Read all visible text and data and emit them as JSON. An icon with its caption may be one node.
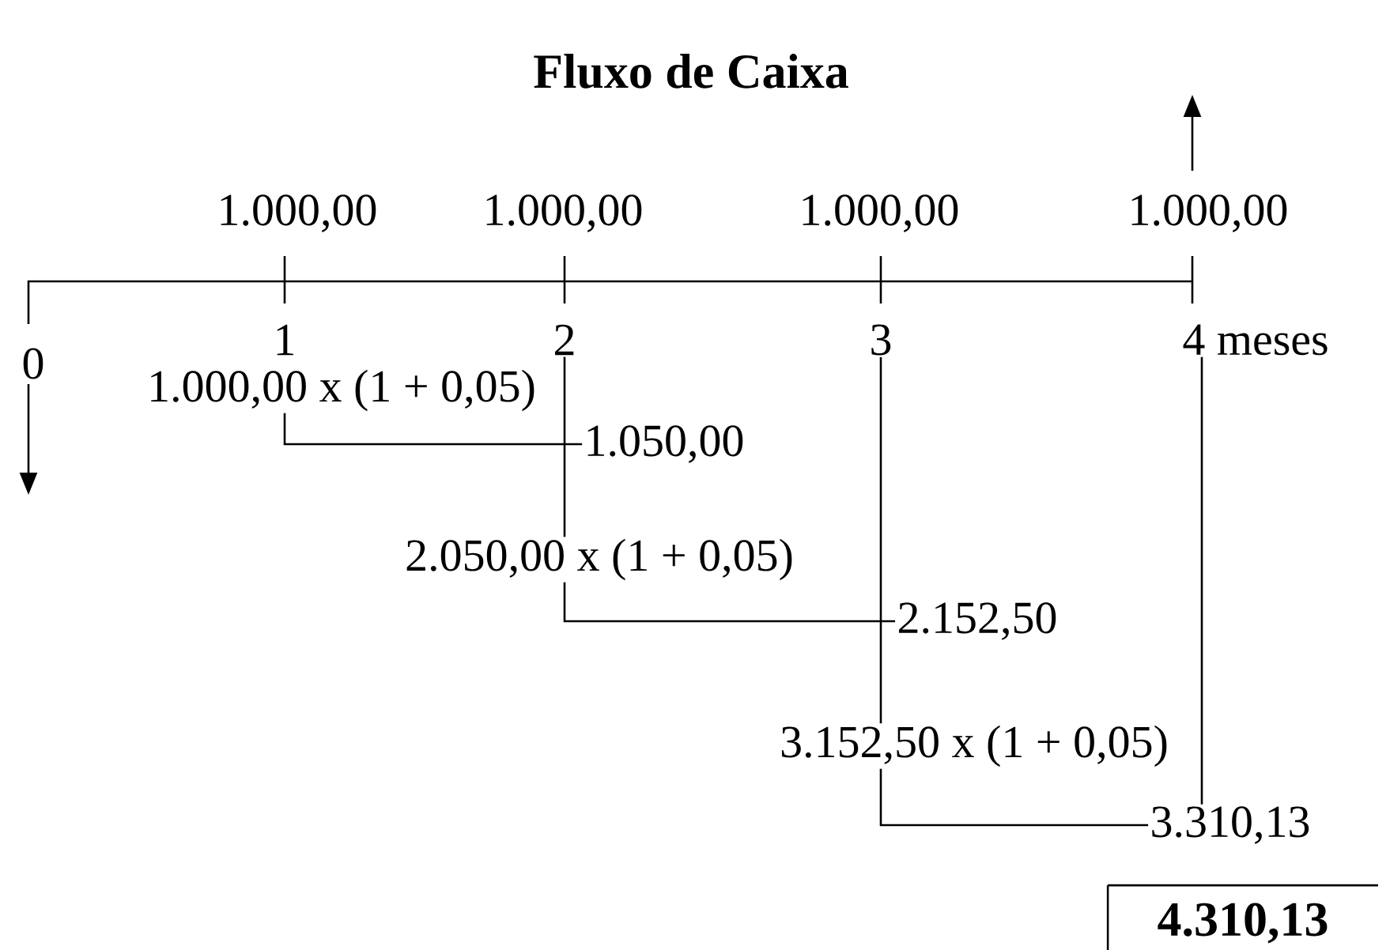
{
  "diagram": {
    "title": "Fluxo de Caixa",
    "nodes": [
      {
        "text": [
          "1"
        ]
      },
      {
        "text": [
          "2"
        ]
      },
      {
        "text": [
          "3"
        ]
      },
      {
        "text": [
          "4 meses"
        ]
      },
      {
        "text": [
          "1.000,00 x (1 + 0,05)"
        ]
      },
      {
        "text": [
          "1.050,00"
        ]
      },
      {
        "text": [
          "2.050,00 x (1 + 0,05)"
        ]
      },
      {
        "text": [
          "2.152,50"
        ]
      },
      {
        "text": [
          "3.152,50 x (1 + 0,05)"
        ]
      },
      {
        "text": [
          "3.310,13"
        ]
      },
      {
        "text": [
          "4.310,13"
        ]
      }
    ],
    "edges": [
      {
        "from": 4,
        "to": 5,
        "arrow": "none"
      },
      {
        "from": 1,
        "to": 6,
        "arrow": "none"
      },
      {
        "from": 6,
        "to": 7,
        "arrow": "none"
      },
      {
        "from": 2,
        "to": 8,
        "arrow": "none"
      },
      {
        "from": 8,
        "to": 9,
        "arrow": "none"
      },
      {
        "from": 3,
        "to": 9,
        "arrow": "none"
      }
    ],
    "labels": [
      "1.000,00",
      "1.000,00",
      "1.000,00",
      "1.000,00",
      "0"
    ]
  }
}
